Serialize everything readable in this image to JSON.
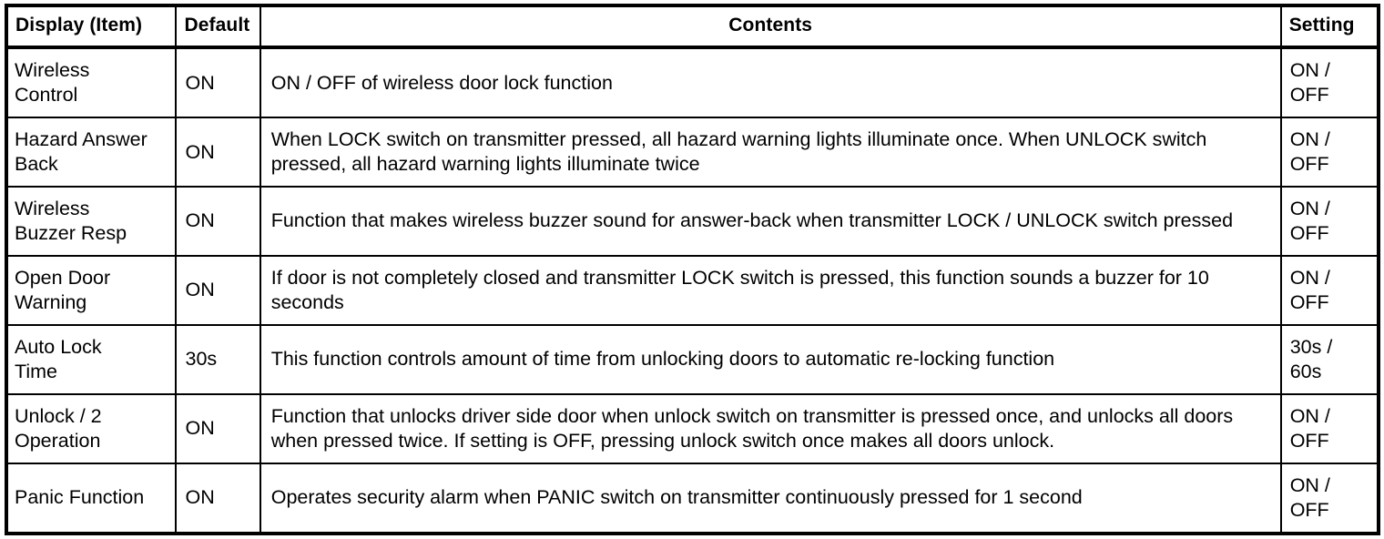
{
  "table": {
    "headers": {
      "display": "Display (Item)",
      "default": "Default",
      "contents": "Contents",
      "setting": "Setting"
    },
    "rows": [
      {
        "display_line1": "Wireless",
        "display_line2": "Control",
        "default": "ON",
        "contents": "ON / OFF of wireless door lock function",
        "setting_line1": "ON /",
        "setting_line2": "OFF"
      },
      {
        "display_line1": "Hazard Answer",
        "display_line2": "Back",
        "default": "ON",
        "contents": "When LOCK switch on transmitter pressed, all hazard warning lights illuminate once. When UNLOCK switch pressed, all hazard warning lights illuminate twice",
        "setting_line1": "ON /",
        "setting_line2": "OFF"
      },
      {
        "display_line1": "Wireless",
        "display_line2": "Buzzer Resp",
        "default": "ON",
        "contents": "Function that makes wireless buzzer sound for answer-back when transmitter LOCK / UNLOCK switch pressed",
        "setting_line1": "ON /",
        "setting_line2": "OFF"
      },
      {
        "display_line1": "Open Door",
        "display_line2": "Warning",
        "default": "ON",
        "contents": "If door is not completely closed and transmitter LOCK switch is pressed, this function sounds a buzzer for 10 seconds",
        "setting_line1": "ON /",
        "setting_line2": "OFF"
      },
      {
        "display_line1": "Auto Lock",
        "display_line2": "Time",
        "default": "30s",
        "contents": "This function controls amount of time from unlocking doors to automatic re-locking function",
        "setting_line1": "30s /",
        "setting_line2": "60s"
      },
      {
        "display_line1": "Unlock / 2",
        "display_line2": "Operation",
        "default": "ON",
        "contents": "Function that unlocks driver side door when unlock switch on transmitter is pressed once, and unlocks all doors when pressed twice. If setting is OFF, pressing unlock switch once makes all doors unlock.",
        "setting_line1": "ON /",
        "setting_line2": "OFF"
      },
      {
        "display_line1": "Panic Function",
        "display_line2": "",
        "default": "ON",
        "contents": "Operates security alarm when PANIC switch on transmitter continuously pressed for 1 second",
        "setting_line1": "ON /",
        "setting_line2": "OFF"
      }
    ]
  },
  "colors": {
    "border": "#000000",
    "text": "#000000",
    "background": "#ffffff"
  }
}
